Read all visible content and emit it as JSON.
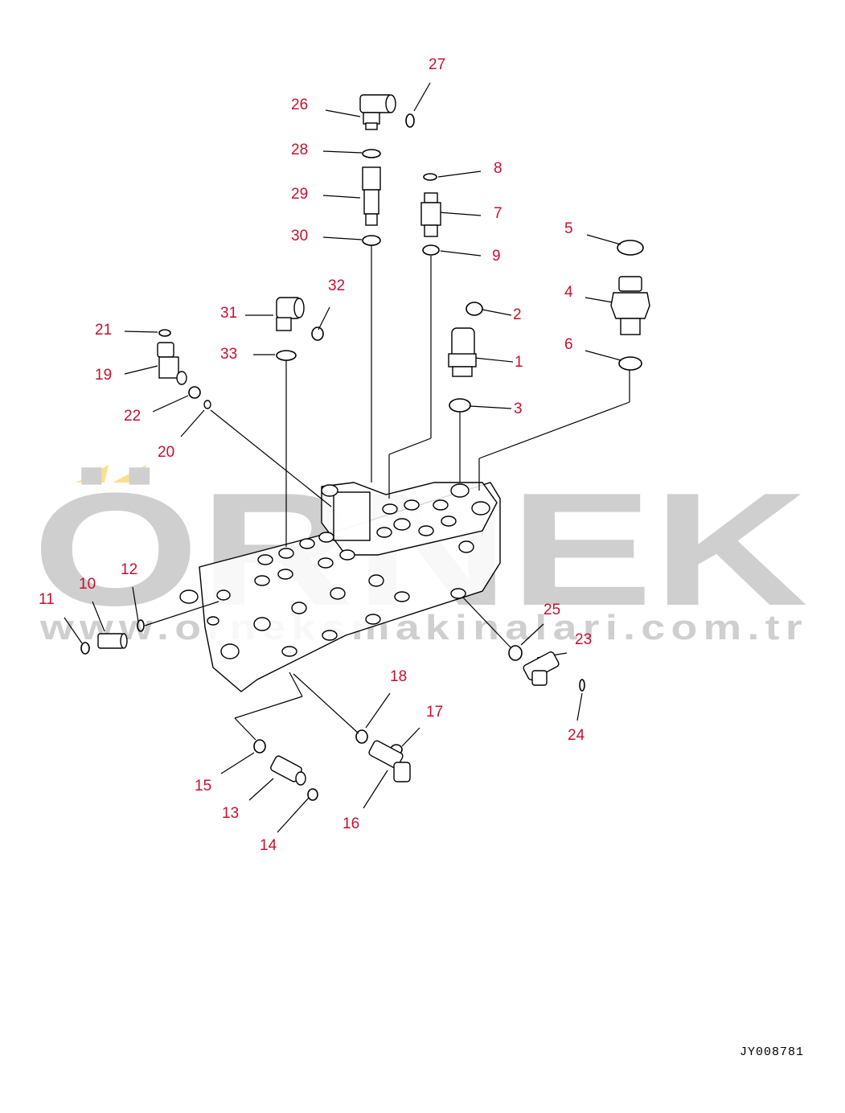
{
  "watermark": {
    "brand": "ÖRNEK",
    "url": "www.orneksmakinalari.com.tr",
    "accent_color": "#ffe08a",
    "text_color": "#cfcfcf"
  },
  "callout_color": "#c8102e",
  "drawing_code": "JY008781",
  "callouts": [
    {
      "id": "c1",
      "label": "1"
    },
    {
      "id": "c2",
      "label": "2"
    },
    {
      "id": "c3",
      "label": "3"
    },
    {
      "id": "c4",
      "label": "4"
    },
    {
      "id": "c5",
      "label": "5"
    },
    {
      "id": "c6",
      "label": "6"
    },
    {
      "id": "c7",
      "label": "7"
    },
    {
      "id": "c8",
      "label": "8"
    },
    {
      "id": "c9",
      "label": "9"
    },
    {
      "id": "c10",
      "label": "10"
    },
    {
      "id": "c11",
      "label": "11"
    },
    {
      "id": "c12",
      "label": "12"
    },
    {
      "id": "c13",
      "label": "13"
    },
    {
      "id": "c14",
      "label": "14"
    },
    {
      "id": "c15",
      "label": "15"
    },
    {
      "id": "c16",
      "label": "16"
    },
    {
      "id": "c17",
      "label": "17"
    },
    {
      "id": "c18",
      "label": "18"
    },
    {
      "id": "c19",
      "label": "19"
    },
    {
      "id": "c20",
      "label": "20"
    },
    {
      "id": "c21",
      "label": "21"
    },
    {
      "id": "c22",
      "label": "22"
    },
    {
      "id": "c23",
      "label": "23"
    },
    {
      "id": "c24",
      "label": "24"
    },
    {
      "id": "c25",
      "label": "25"
    },
    {
      "id": "c26",
      "label": "26"
    },
    {
      "id": "c27",
      "label": "27"
    },
    {
      "id": "c28",
      "label": "28"
    },
    {
      "id": "c29",
      "label": "29"
    },
    {
      "id": "c30",
      "label": "30"
    },
    {
      "id": "c31",
      "label": "31"
    },
    {
      "id": "c32",
      "label": "32"
    },
    {
      "id": "c33",
      "label": "33"
    }
  ]
}
